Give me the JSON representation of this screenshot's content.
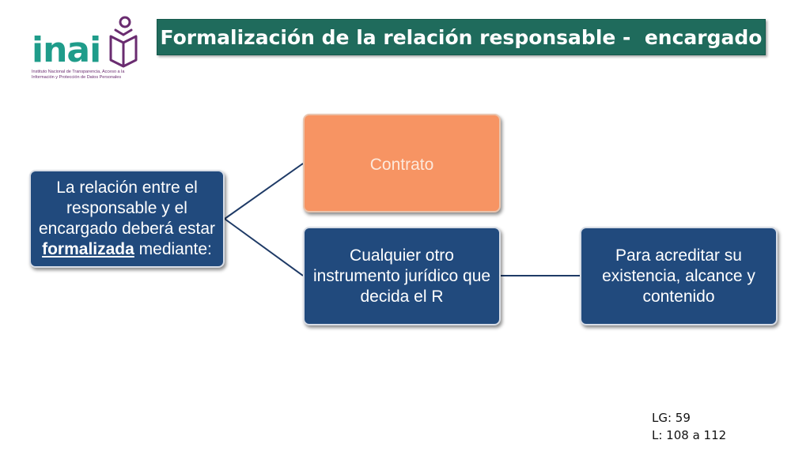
{
  "logo": {
    "wordmark": "inai",
    "subtitle": "Instituto Nacional de Transparencia, Acceso a la Información y Protección de Datos Personales",
    "colors": {
      "teal": "#1f9c8a",
      "purple": "#6a2c70"
    }
  },
  "title": "Formalización de la relación responsable -  encargado",
  "diagram": {
    "root": {
      "text_before": "La relación entre el responsable y el encargado deberá estar ",
      "text_bold": "formalizada",
      "text_after": " mediante:"
    },
    "contrato": "Contrato",
    "otro": "Cualquier otro instrumento jurídico que decida el R",
    "acreditar": "Para acreditar su existencia, alcance y contenido",
    "colors": {
      "blue": "#214a7d",
      "orange": "#f79463",
      "connector": "#1e3a66"
    }
  },
  "reference": {
    "line1": "LG: 59",
    "line2": "L: 108 a 112"
  }
}
